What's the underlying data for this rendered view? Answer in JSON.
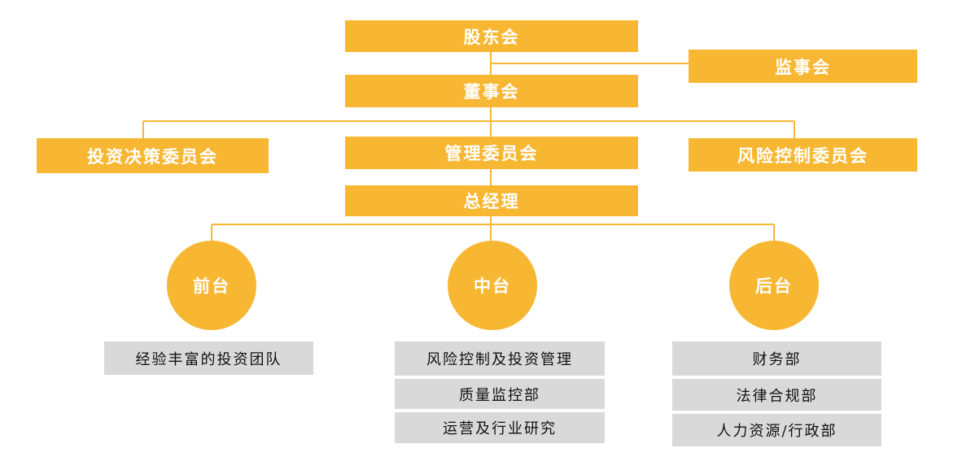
{
  "colors": {
    "box_fill": "#f7b733",
    "box_text": "#ffffff",
    "connector": "#f7b733",
    "dept_fill": "#d9d9d9",
    "dept_text": "#111111"
  },
  "nodes": {
    "shareholders": "股东会",
    "supervisors": "监事会",
    "board": "董事会",
    "investment_committee": "投资决策委员会",
    "management_committee": "管理委员会",
    "risk_committee": "风险控制委员会",
    "general_manager": "总经理"
  },
  "offices": {
    "front": "前台",
    "middle": "中台",
    "back": "后台"
  },
  "departments": {
    "front": [
      "经验丰富的投资团队"
    ],
    "middle": [
      "风险控制及投资管理",
      "质量监控部",
      "运营及行业研究"
    ],
    "back": [
      "财务部",
      "法律合规部",
      "人力资源/行政部"
    ]
  }
}
